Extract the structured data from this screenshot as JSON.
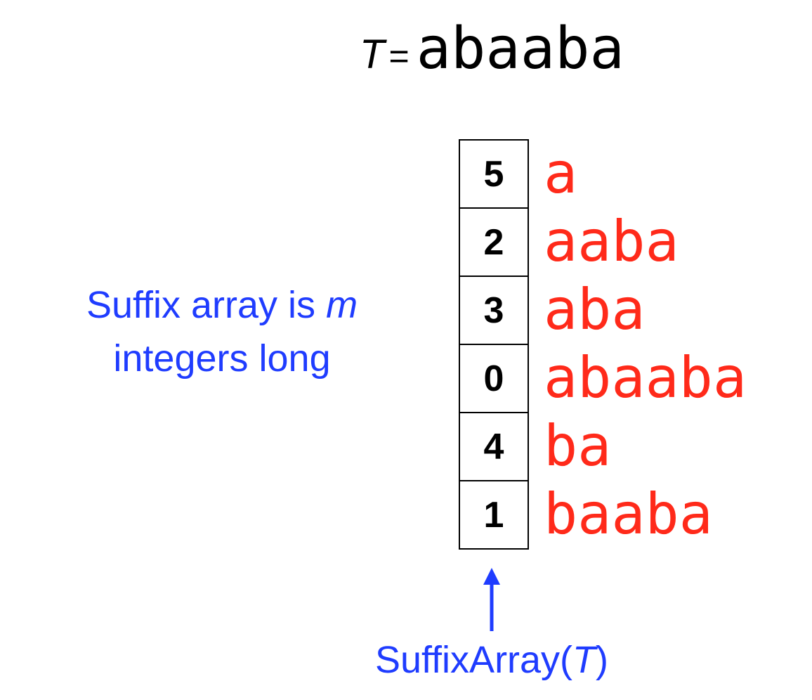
{
  "title": {
    "variable": "T",
    "equals": "=",
    "string": "abaaba"
  },
  "suffix_array": [
    {
      "index": "5",
      "suffix": "a"
    },
    {
      "index": "2",
      "suffix": "aaba"
    },
    {
      "index": "3",
      "suffix": "aba"
    },
    {
      "index": "0",
      "suffix": "abaaba"
    },
    {
      "index": "4",
      "suffix": "ba"
    },
    {
      "index": "1",
      "suffix": "baaba"
    }
  ],
  "note": {
    "line1_prefix": "Suffix array is ",
    "line1_var": "m",
    "line2": "integers long"
  },
  "caption": {
    "prefix": "SuffixArray(",
    "var": "T",
    "suffix": ")"
  },
  "colors": {
    "suffix_text": "#ff2a1a",
    "annotation": "#1f3cff",
    "array": "#000000"
  },
  "icons": {
    "pointer": "up-arrow-icon"
  }
}
